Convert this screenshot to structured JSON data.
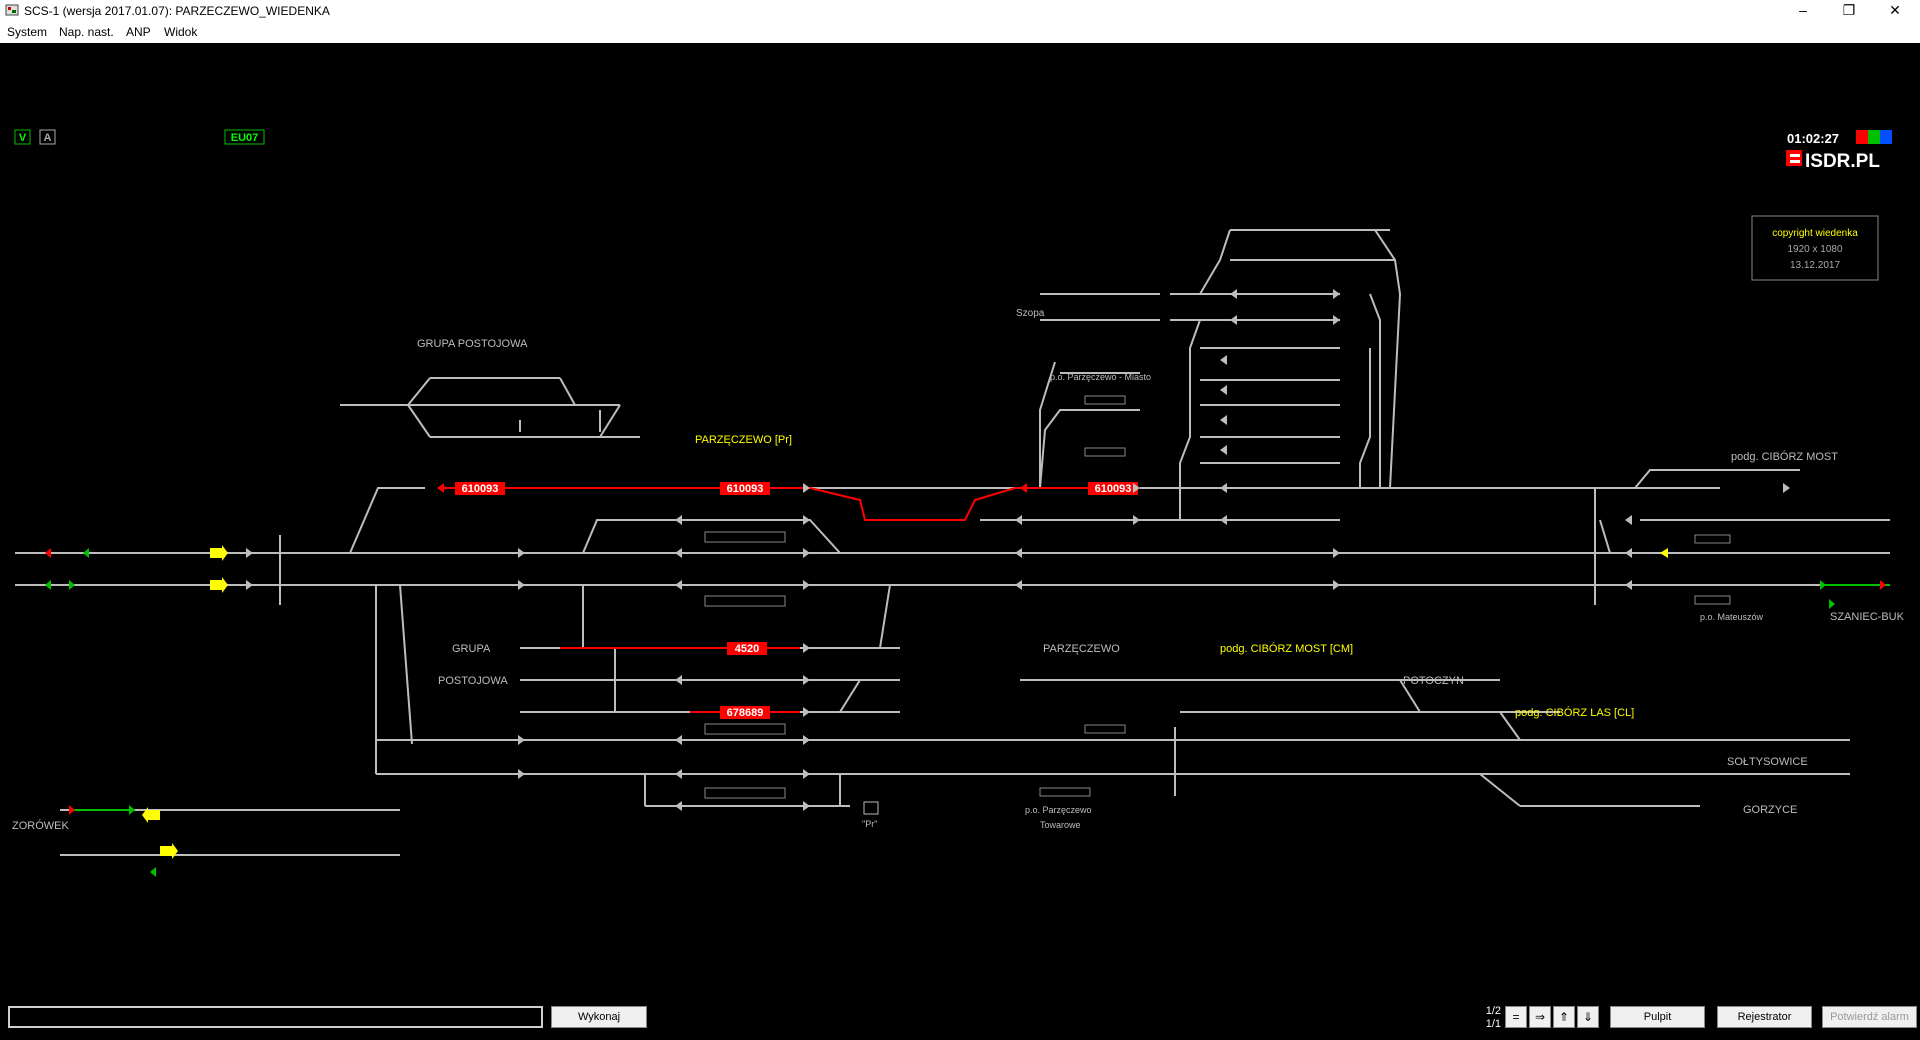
{
  "window": {
    "title": "SCS-1 (wersja 2017.01.07): PARZECZEWO_WIEDENKA"
  },
  "menu": [
    "System",
    "Nap. nast.",
    "ANP",
    "Widok"
  ],
  "indicators": {
    "v": "V",
    "a": "A",
    "eu": "EU07"
  },
  "clock": "01:02:27",
  "logo": "ISDR.PL",
  "copyright": {
    "line1": "copyright wiedenka",
    "line2": "1920 x 1080",
    "line3": "13.12.2017"
  },
  "trains": [
    {
      "id": "d6",
      "label": "610093"
    },
    {
      "id": "t6",
      "label": "610093"
    },
    {
      "id": "t16",
      "label": "610093"
    },
    {
      "id": "h3",
      "label": "4520"
    },
    {
      "id": "h7",
      "label": "678689"
    }
  ],
  "stations": {
    "grupa_postojowa": "GRUPA POSTOJOWA",
    "parzeczewo_pr": "PARZĘCZEWO [Pr]",
    "grupa": "GRUPA",
    "postojowa": "POSTOJOWA",
    "parzeczewo": "PARZĘCZEWO",
    "cibor_most_cm": "podg. CIBÓRZ MOST [CM]",
    "cibor_las_cl": "podg. CIBÓRZ LAS [CL]",
    "cibor_most": "podg. CIBÓRZ MOST",
    "potoczyn": "POTOCZYN",
    "soltysowice": "SOŁTYSOWICE",
    "gorzyce": "GORZYCE",
    "szaniec_buk": "SZANIEC-BUK",
    "zorowek": "ZORÓWEK",
    "po_miasto": "p.o. Parzęczewo - Miasto",
    "po_mateuszow": "p.o. Mateuszów",
    "po_towarowe_1": "p.o. Parzęczewo",
    "po_towarowe_2": "Towarowe",
    "szopa": "Szopa",
    "pr_box": "\"Pr\""
  },
  "bottom": {
    "command_value": "",
    "execute": "Wykonaj",
    "page_top": "1/2",
    "page_bottom": "1/1",
    "nav_buttons": [
      "=",
      "⇒",
      "⇑",
      "⇓"
    ],
    "pulpit": "Pulpit",
    "rejestrator": "Rejestrator",
    "confirm_alarm": "Potwierdź alarm"
  },
  "colors": {
    "track": "#c0c0c0",
    "occupied": "#ff0000",
    "signal_name": "#ffff00",
    "cyan_label": "#00ffff",
    "free_route": "#00c000"
  }
}
